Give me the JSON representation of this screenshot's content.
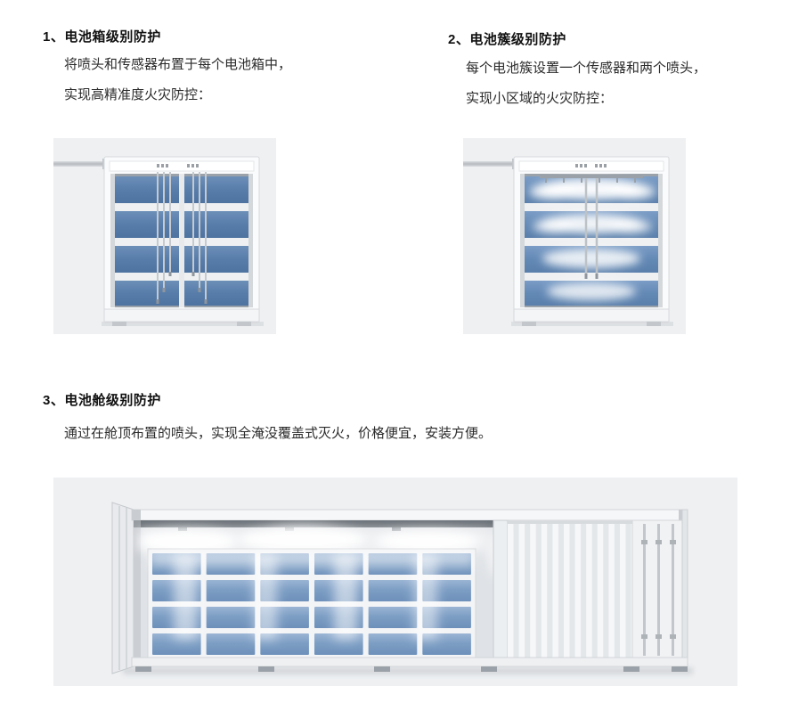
{
  "sections": [
    {
      "number": "1、",
      "title": "电池箱级别防护",
      "lines": [
        "将喷头和传感器布置于每个电池箱中，",
        "实现高精准度火灾防控："
      ],
      "illustration": "battery-box-cabinet-with-nozzles"
    },
    {
      "number": "2、",
      "title": "电池簇级别防护",
      "lines": [
        "每个电池簇设置一个传感器和两个喷头，",
        "实现小区域的火灾防控："
      ],
      "illustration": "battery-cluster-cabinet-with-mist"
    },
    {
      "number": "3、",
      "title": "电池舱级别防护",
      "lines": [
        "通过在舱顶布置的喷头，实现全淹没覆盖式灭火，价格便宜，安装方便。"
      ],
      "illustration": "battery-container-full-flooding-mist"
    }
  ],
  "colors": {
    "page_bg": "#ffffff",
    "panel_bg": "#eef0f2",
    "module_blue": "#5b80ab",
    "mist_white": "#ffffff",
    "text": "#2b2b2b"
  }
}
